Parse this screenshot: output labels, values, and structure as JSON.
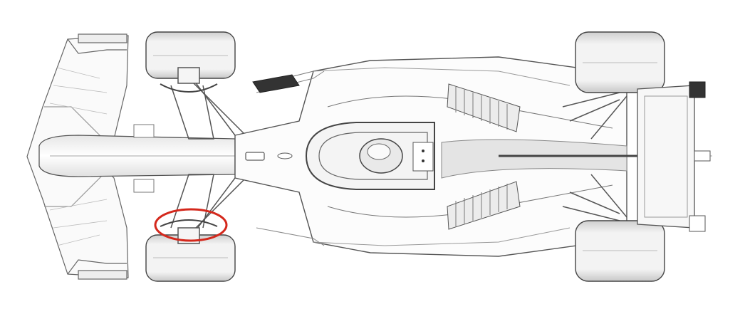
{
  "image": {
    "subject": "f1-car-top-view-line-drawing",
    "colors": {
      "background": "#ffffff",
      "line": "#555555",
      "line_light": "#9a9a9a",
      "shade": "#d9d9d9",
      "tire": "#eeeeee",
      "highlight_circle": "#d4281c",
      "dark_panel": "#333333"
    },
    "highlight": {
      "label": "red-ellipse",
      "target": "front-left-suspension-upright"
    }
  }
}
